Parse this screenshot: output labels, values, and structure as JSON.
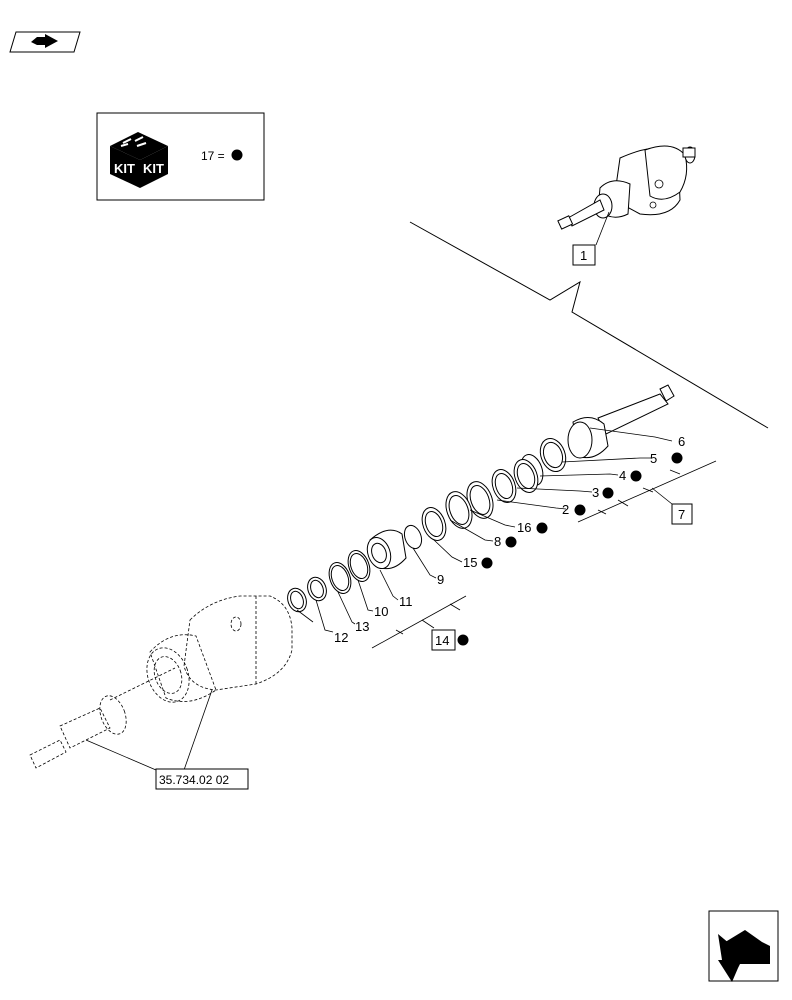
{
  "kit_legend": {
    "kit_word_left": "KIT",
    "kit_word_right": "KIT",
    "formula": "17 ="
  },
  "assembly_ref": "1",
  "callouts": {
    "c2": "2",
    "c3": "3",
    "c4": "4",
    "c5": "5",
    "c6": "6",
    "c7": "7",
    "c8": "8",
    "c9": "9",
    "c10": "10",
    "c11": "11",
    "c12": "12",
    "c13": "13",
    "c14": "14",
    "c15": "15",
    "c16": "16"
  },
  "reference_label": "35.734.02 02",
  "icons": {
    "top_left": "book-arrow-icon",
    "bottom_right": "next-page-arrow-icon",
    "kit_box": "kit-box-icon"
  }
}
